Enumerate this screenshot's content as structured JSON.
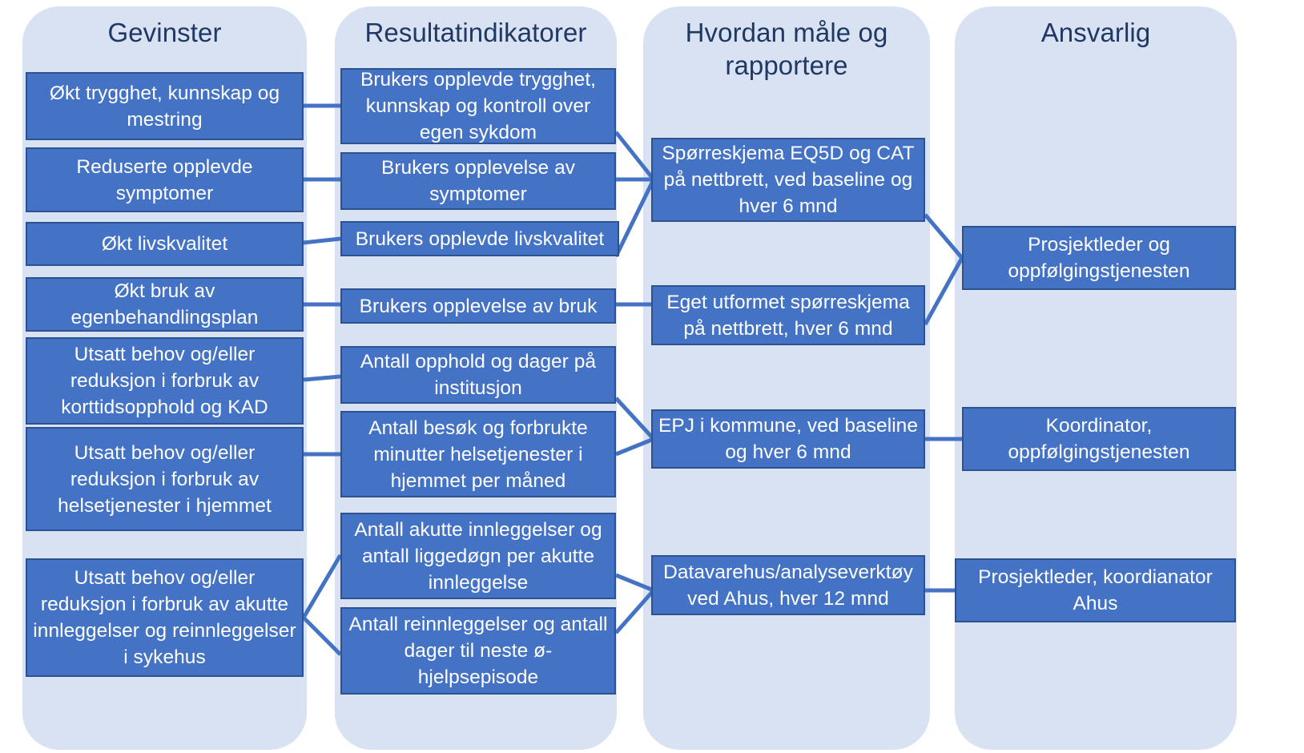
{
  "diagram": {
    "title_color": "#1F3864",
    "panel_color": "#D9E2F3",
    "node_color": "#4472C4",
    "node_border_color": "#2E528F",
    "connector_color": "#4472C4"
  },
  "columns": [
    {
      "id": "gevinster",
      "title": "Gevinster",
      "nodes": [
        {
          "id": "g1",
          "label": "Økt trygghet, kunnskap og mestring"
        },
        {
          "id": "g2",
          "label": "Reduserte opplevde symptomer"
        },
        {
          "id": "g3",
          "label": "Økt livskvalitet"
        },
        {
          "id": "g4",
          "label": "Økt bruk av egenbehandlingsplan"
        },
        {
          "id": "g5",
          "label": "Utsatt behov og/eller reduksjon i forbruk av korttidsopphold og KAD"
        },
        {
          "id": "g6",
          "label": "Utsatt behov og/eller reduksjon i forbruk av helsetjenester i hjemmet"
        },
        {
          "id": "g7",
          "label": "Utsatt behov og/eller reduksjon i forbruk av akutte innleggelser og reinnleggelser i sykehus"
        }
      ]
    },
    {
      "id": "resultatindikatorer",
      "title": "Resultatindikatorer",
      "nodes": [
        {
          "id": "r1",
          "label": "Brukers opplevde trygghet, kunnskap og kontroll over egen sykdom"
        },
        {
          "id": "r2",
          "label": "Brukers opplevelse av symptomer"
        },
        {
          "id": "r3",
          "label": "Brukers opplevde livskvalitet"
        },
        {
          "id": "r4",
          "label": "Brukers opplevelse av bruk"
        },
        {
          "id": "r5",
          "label": "Antall opphold og dager på institusjon"
        },
        {
          "id": "r6",
          "label": "Antall besøk og forbrukte minutter helsetjenester i hjemmet per måned"
        },
        {
          "id": "r7",
          "label": "Antall akutte innleggelser og antall liggedøgn per akutte innleggelse"
        },
        {
          "id": "r8",
          "label": "Antall reinnleggelser og antall dager til neste ø-hjelpsepisode"
        }
      ]
    },
    {
      "id": "hvordan-male-og-rapportere",
      "title": "Hvordan måle og rapportere",
      "nodes": [
        {
          "id": "m1",
          "label": "Spørreskjema EQ5D og CAT på nettbrett, ved baseline og hver 6 mnd"
        },
        {
          "id": "m2",
          "label": "Eget utformet spørreskjema på nettbrett, hver 6 mnd"
        },
        {
          "id": "m3",
          "label": "EPJ i kommune, ved baseline og hver 6 mnd"
        },
        {
          "id": "m4",
          "label": "Datavarehus/analyseverktøy ved Ahus, hver 12 mnd"
        }
      ]
    },
    {
      "id": "ansvarlig",
      "title": "Ansvarlig",
      "nodes": [
        {
          "id": "a1",
          "label": "Prosjektleder og oppfølgingstjenesten"
        },
        {
          "id": "a2",
          "label": "Koordinator, oppfølgingstjenesten"
        },
        {
          "id": "a3",
          "label": "Prosjektleder, koordianator Ahus"
        }
      ]
    }
  ],
  "connections": [
    {
      "from": "g1",
      "to": "r1"
    },
    {
      "from": "g2",
      "to": "r2"
    },
    {
      "from": "g3",
      "to": "r3"
    },
    {
      "from": "g4",
      "to": "r4"
    },
    {
      "from": "g5",
      "to": "r5"
    },
    {
      "from": "g6",
      "to": "r6"
    },
    {
      "from": "g7",
      "to": "r7"
    },
    {
      "from": "g7",
      "to": "r8"
    },
    {
      "from": "r1",
      "to": "m1"
    },
    {
      "from": "r2",
      "to": "m1"
    },
    {
      "from": "r3",
      "to": "m1"
    },
    {
      "from": "r4",
      "to": "m2"
    },
    {
      "from": "r5",
      "to": "m3"
    },
    {
      "from": "r6",
      "to": "m3"
    },
    {
      "from": "r7",
      "to": "m4"
    },
    {
      "from": "r8",
      "to": "m4"
    },
    {
      "from": "m1",
      "to": "a1"
    },
    {
      "from": "m2",
      "to": "a1"
    },
    {
      "from": "m3",
      "to": "a2"
    },
    {
      "from": "m4",
      "to": "a3"
    }
  ]
}
